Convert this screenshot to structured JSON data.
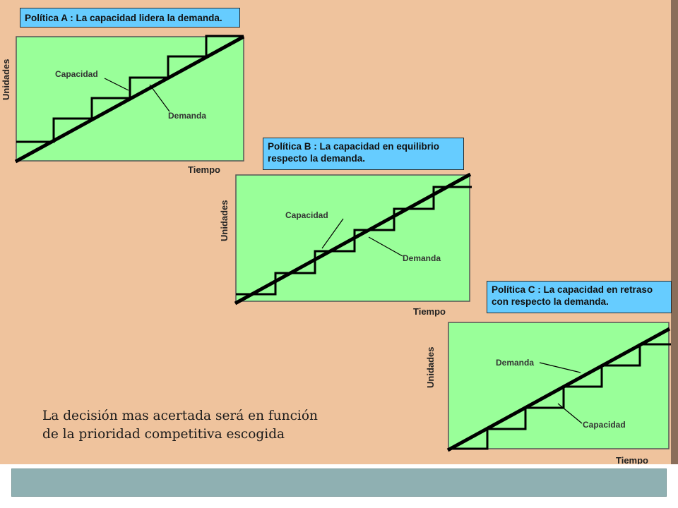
{
  "policies": {
    "a": {
      "title": "Política A : La capacidad lidera la demanda.",
      "y_axis": "Unidades",
      "x_axis": "Tiempo",
      "capacity_label": "Capacidad",
      "demand_label": "Demanda"
    },
    "b": {
      "title_line1": "Política B : La capacidad en equilibrio",
      "title_line2": "respecto la demanda.",
      "y_axis": "Unidades",
      "x_axis": "Tiempo",
      "capacity_label": "Capacidad",
      "demand_label": "Demanda"
    },
    "c": {
      "title_line1": "Política C : La capacidad en retraso",
      "title_line2": "con respecto la demanda.",
      "y_axis": "Unidades",
      "x_axis": "Tiempo",
      "capacity_label": "Capacidad",
      "demand_label": "Demanda"
    }
  },
  "caption": {
    "line1": "La decisión mas acertada será en función",
    "line2": "de la prioridad competitiva escogida"
  },
  "colors": {
    "slide_background": "#efc39d",
    "plot_fill": "#99ff99",
    "title_box": "#66ccff",
    "footer_bar": "#8fb0b2",
    "line": "#000000"
  }
}
